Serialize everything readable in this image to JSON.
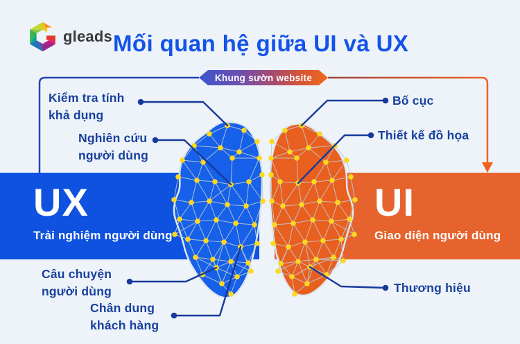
{
  "logo": {
    "text": "gleads",
    "icon": "gleads-hexagon-g-icon"
  },
  "header": {
    "title": "Mối quan hệ giữa UI và UX"
  },
  "banner": {
    "label": "Khung sườn website"
  },
  "diagram": {
    "left": {
      "abbr": "UX",
      "name": "Trải nghiệm người dùng",
      "items": [
        "Kiểm tra tính khả dụng",
        "Nghiên cứu người dùng",
        "Câu chuyện người dùng",
        "Chân dung khách hàng"
      ]
    },
    "right": {
      "abbr": "UI",
      "name": "Giao diện người dùng",
      "items": [
        "Bố cục",
        "Thiết kế đồ họa",
        "Thương hiệu"
      ]
    }
  },
  "colors": {
    "background": "#edf3f8",
    "title_blue": "#1353e9",
    "label_navy": "#19409f",
    "connector_navy": "#16399b",
    "frame_blue": "#2246b4",
    "frame_orange": "#ed6421",
    "bar_blue": "#0f52e0",
    "blob_blue": "#1660ea",
    "bar_orange": "#e6632d",
    "blob_orange": "#e95f1f",
    "dot_yellow": "#fcd81f",
    "mesh_line": "#bccad2",
    "blob_halo": "#dfe9f1"
  }
}
